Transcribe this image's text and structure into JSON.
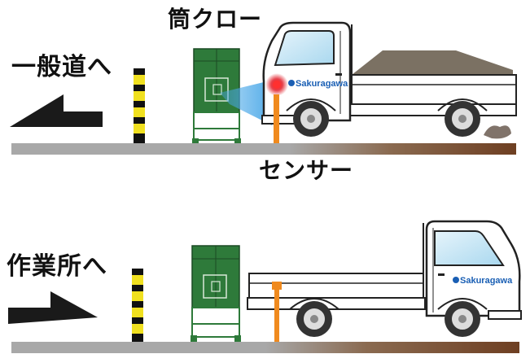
{
  "labels": {
    "direction_top": "一般道へ",
    "direction_bottom": "作業所へ",
    "device": "筒クロー",
    "sensor": "センサー"
  },
  "brand": {
    "truck_top_logo": "Sakuragawa",
    "truck_bottom_logo": "Sakuragawa"
  },
  "colors": {
    "road": "#a8a8a8",
    "road_brown": "#7a4a2a",
    "machine_green": "#2e7a3a",
    "pole_yellow": "#f0e020",
    "sensor_orange": "#f08a1e",
    "sensor_light_red": "#e0101c",
    "beam_blue": "#4aa8e8",
    "logo_blue": "#1a5fb4",
    "arrow_black": "#1a1a1a"
  }
}
